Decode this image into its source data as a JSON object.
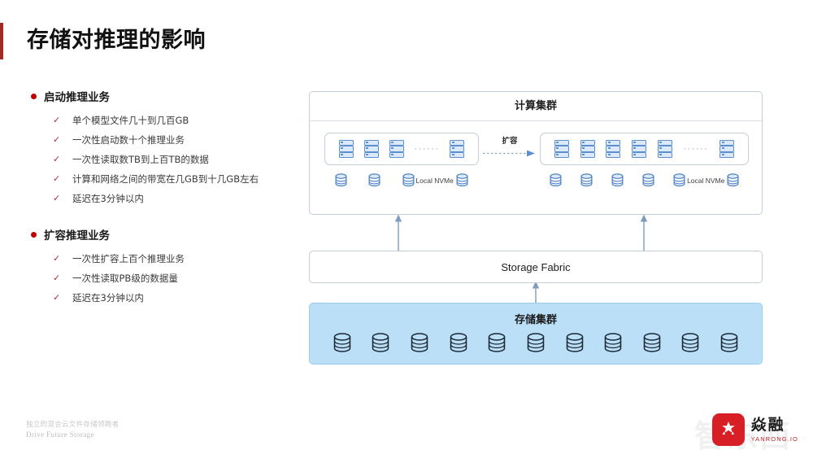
{
  "slide": {
    "title": "存储对推理的影响",
    "accent_color": "#9e2b25"
  },
  "content": {
    "sections": [
      {
        "heading": "启动推理业务",
        "items": [
          "单个模型文件几十到几百GB",
          "一次性启动数十个推理业务",
          "一次性读取数TB到上百TB的数据",
          "计算和网络之间的带宽在几GB到十几GB左右",
          "延迟在3分钟以内"
        ]
      },
      {
        "heading": "扩容推理业务",
        "items": [
          "一次性扩容上百个推理业务",
          "一次性读取PB级的数据量",
          "延迟在3分钟以内"
        ]
      }
    ],
    "bullet_color": "#c00000",
    "check_color": "#b03030"
  },
  "diagram": {
    "compute_cluster": {
      "title": "计算集群",
      "scale_label": "扩容",
      "group_before": {
        "servers": 3,
        "ellipsis": "······",
        "servers_after_ellipsis": 1,
        "nvme_disks_before_label": 3,
        "nvme_label": "Local NVMe",
        "nvme_disks_after_label": 1
      },
      "group_after": {
        "servers": 5,
        "ellipsis": "······",
        "servers_after_ellipsis": 1,
        "nvme_disks_before_label": 5,
        "nvme_label": "Local NVMe",
        "nvme_disks_after_label": 1
      }
    },
    "fabric": {
      "title": "Storage Fabric"
    },
    "storage_cluster": {
      "title": "存储集群",
      "disk_count": 11,
      "background_color": "#badff7",
      "disk_color": "#1b2733"
    },
    "server_icon_color": "#5b8fd0",
    "nvme_icon_color": "#4a7fc1",
    "border_color": "#c3ccd9",
    "arrow_color": "#7e9cbd"
  },
  "footer": {
    "tagline_cn": "独立的混合云文件存储领跑者",
    "tagline_en": "Drive Future Storage"
  },
  "brand": {
    "name_cn": "焱融",
    "name_en": "YANRONG.IO",
    "watermark": "智东西",
    "mark_color": "#d81f26"
  }
}
